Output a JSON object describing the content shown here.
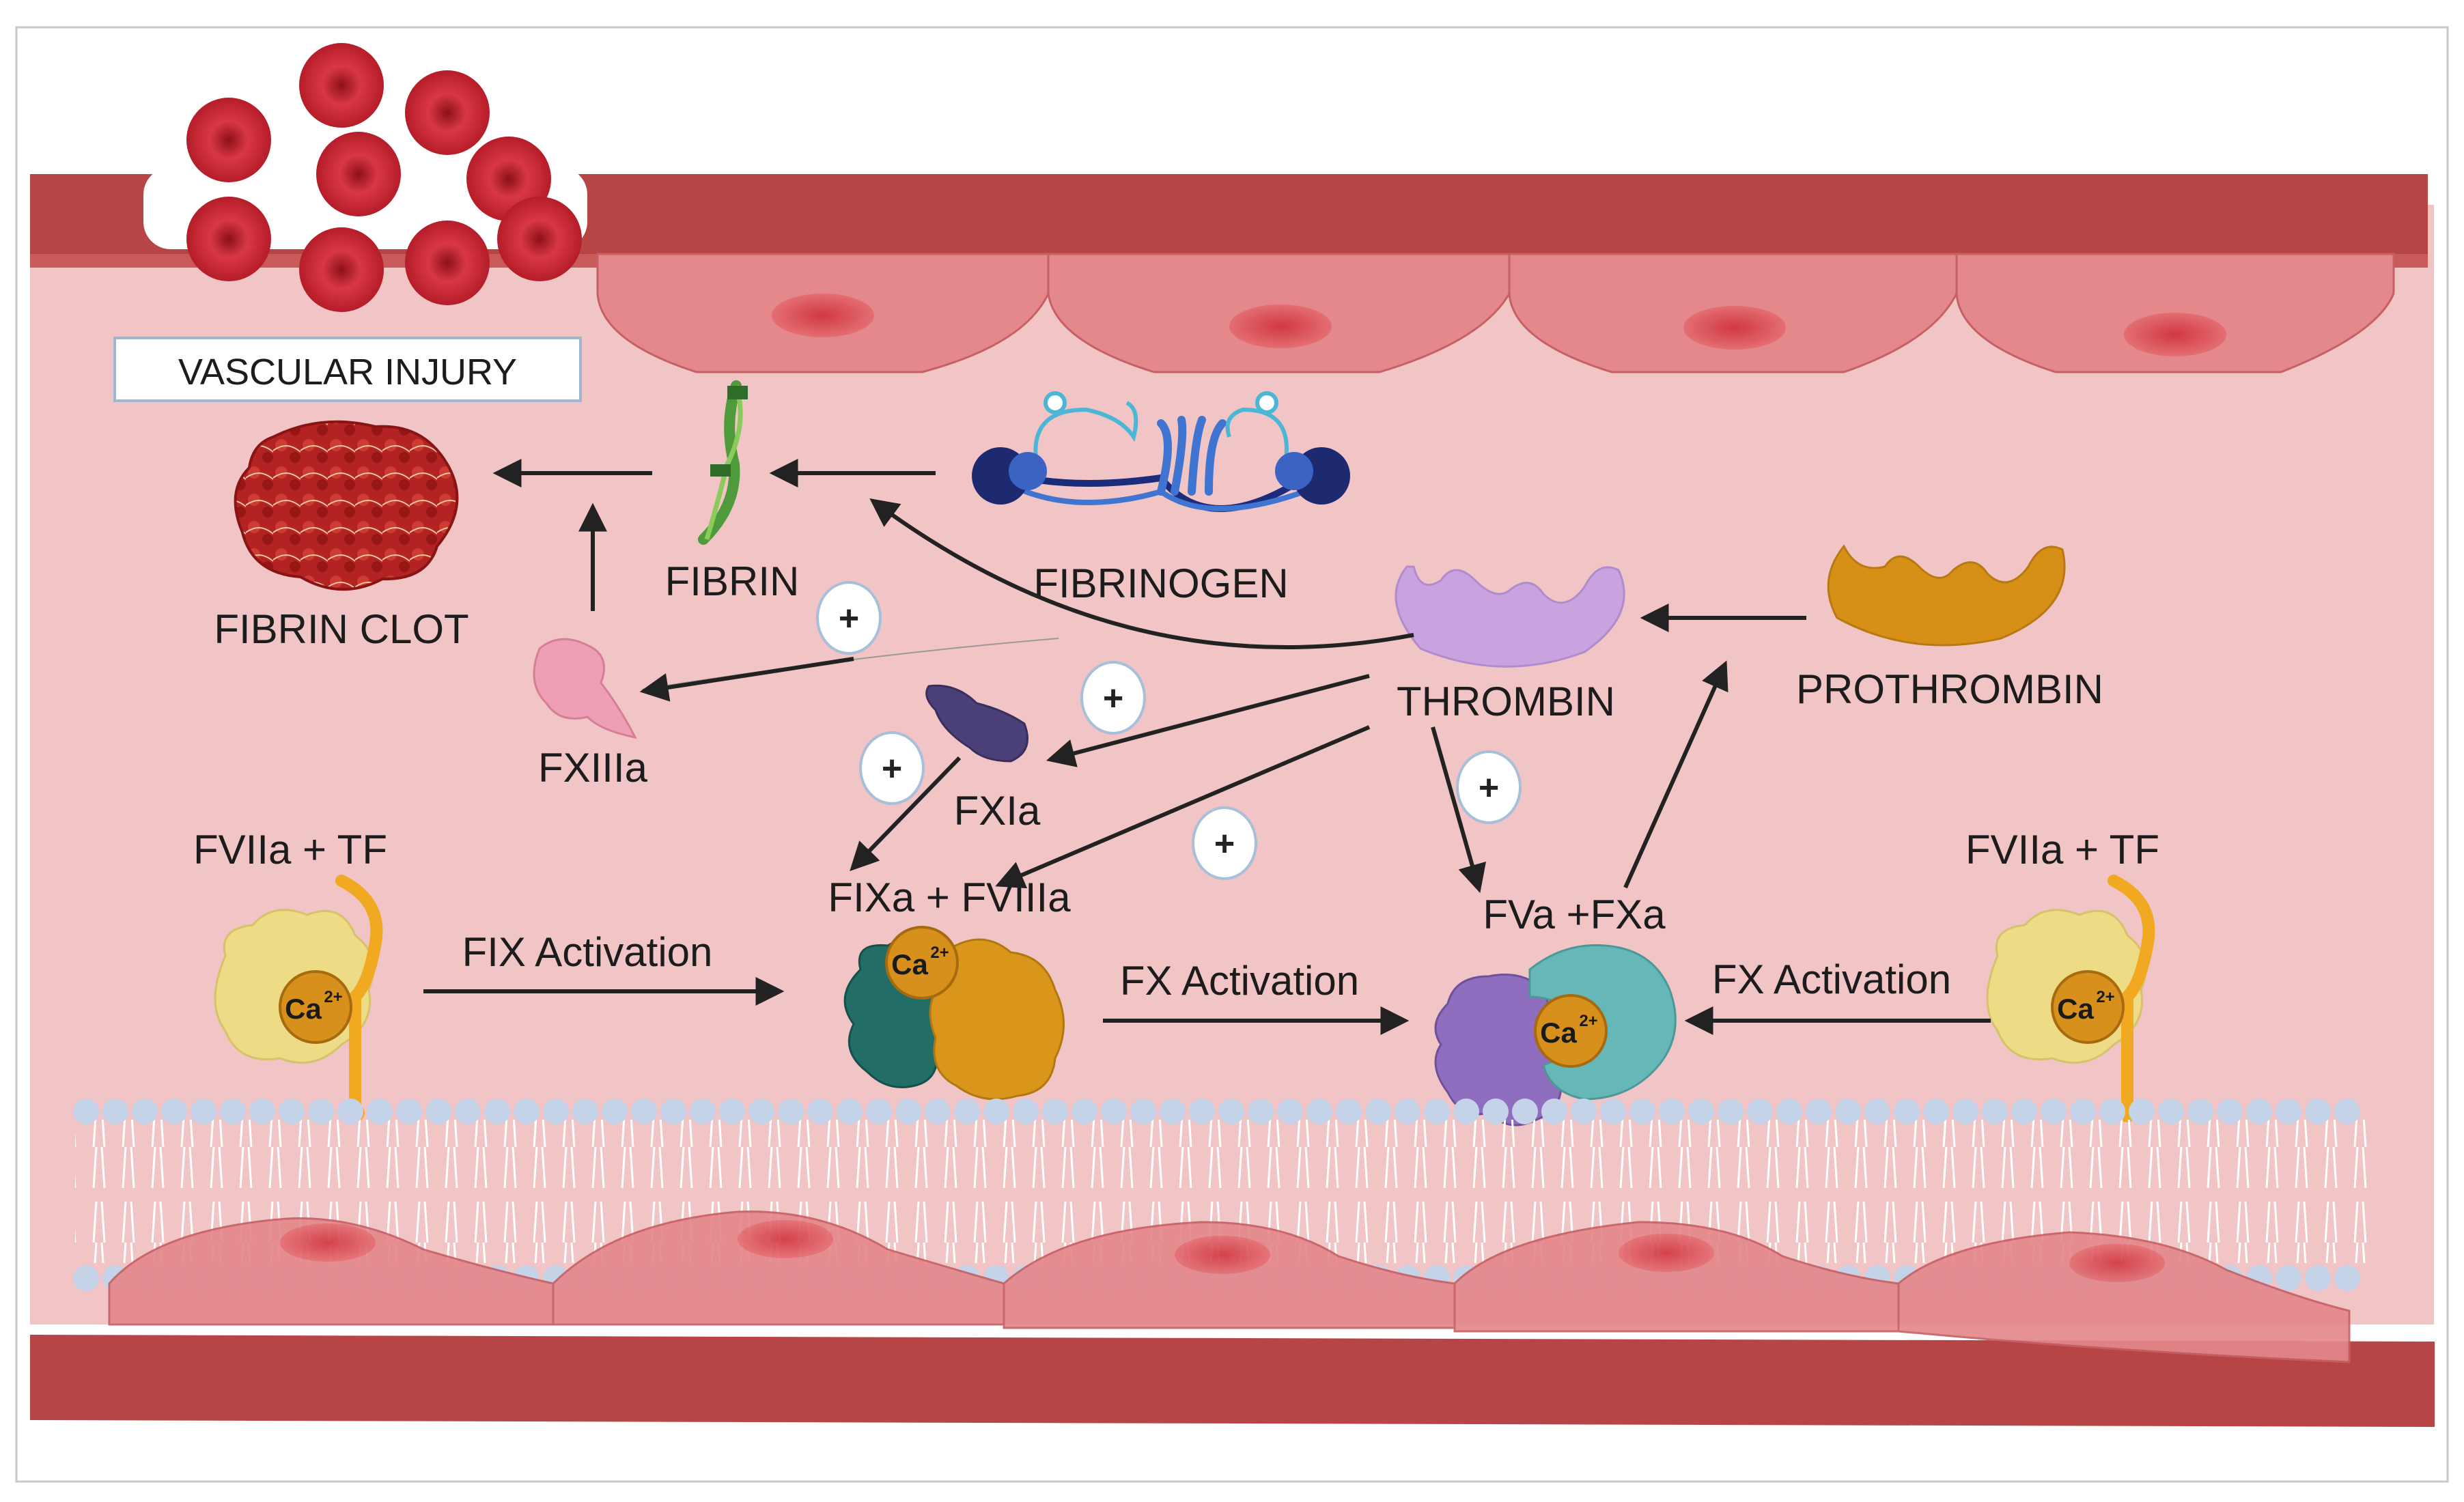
{
  "labels": {
    "vascular_injury": "VASCULAR INJURY",
    "fibrin_clot": "FIBRIN CLOT",
    "fibrin": "FIBRIN",
    "fibrinogen": "FIBRINOGEN",
    "thrombin": "THROMBIN",
    "prothrombin": "PROTHROMBIN",
    "fxiiia": "FXIIIa",
    "fxia": "FXIa",
    "fviia_tf_left": "FVIIa + TF",
    "fviia_tf_right": "FVIIa + TF",
    "fixa_fviiia": "FIXa + FVIIIa",
    "fva_fxa": "FVa +FXa",
    "fix_activation": "FIX Activation",
    "fx_activation_mid": "FX Activation",
    "fx_activation_right": "FX Activation"
  },
  "symbols": {
    "plus": "+",
    "calcium_base": "Ca",
    "calcium_charge": "2+"
  },
  "colors": {
    "vessel_wall": "#b84545",
    "lumen": "#f1c4c6",
    "endothelial_cell": "#e4888b",
    "cell_nucleus": "#d4474d",
    "red_blood_cell": "#c9242f",
    "thrombin": "#c9a3df",
    "prothrombin": "#d69017",
    "fxiiia": "#ef9fb5",
    "fxia": "#4b3f78",
    "fviia_tf": "#eedb86",
    "tissue_factor": "#f2a922",
    "fixa_fviiia_teal": "#226e67",
    "fixa_fviiia_orange": "#d9961a",
    "fva_fxa_purple": "#8f6dbf",
    "fva_fxa_teal": "#66b8b8",
    "calcium_ion": "#d7901c",
    "membrane_head": "#c5d3e8"
  }
}
